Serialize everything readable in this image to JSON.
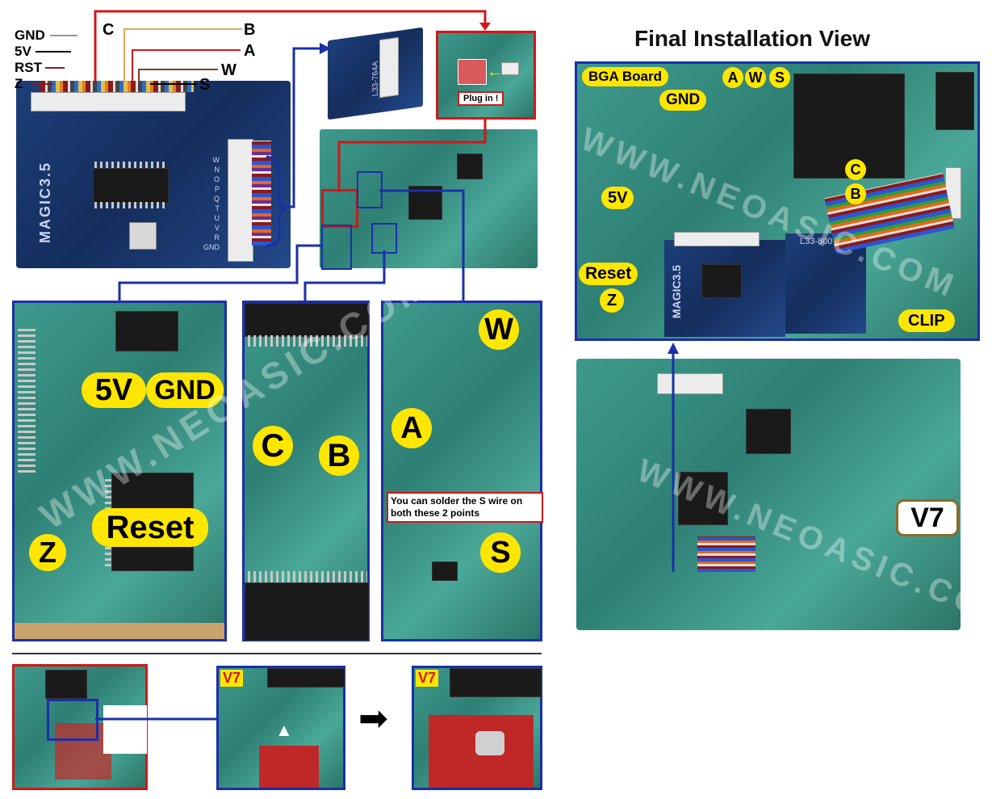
{
  "title": "Final Installation View",
  "watermark": "WWW.NEOASIC.COM",
  "colors": {
    "frame_blue": "#1b2fa8",
    "frame_red": "#d01818",
    "label_yellow": "#ffe600"
  },
  "modchip": {
    "name": "MAGIC3.5",
    "wire_labels": {
      "gnd": "GND",
      "v5": "5V",
      "rst": "RST",
      "z": "Z",
      "c": "C",
      "b": "B",
      "a": "A",
      "w": "W",
      "s": "S"
    },
    "j2_pins": [
      "W",
      "N",
      "O",
      "P",
      "Q",
      "T",
      "U",
      "V",
      "R",
      "GND"
    ],
    "plug_in": "Plug in !",
    "small_board_code": "L33-764A"
  },
  "detail_panels": {
    "left": {
      "v5": "5V",
      "gnd": "GND",
      "reset": "Reset",
      "z": "Z"
    },
    "middle": {
      "c": "C",
      "b": "B"
    },
    "right": {
      "w": "W",
      "a": "A",
      "s": "S",
      "note": "You can solder the S wire on both these 2 points"
    }
  },
  "bottom_row": {
    "tag1": "V7",
    "tag2": "V7"
  },
  "final_view": {
    "labels": {
      "bga": "BGA Board",
      "gnd": "GND",
      "a": "A",
      "w": "W",
      "s": "S",
      "c": "C",
      "b": "B",
      "v5": "5V",
      "reset": "Reset",
      "z": "Z",
      "clip": "CLIP"
    },
    "chip_name": "MAGIC3.5",
    "board_code": "L33-800"
  },
  "board_version": "V7"
}
